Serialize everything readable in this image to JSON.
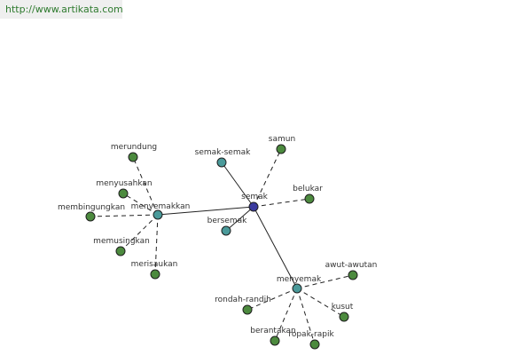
{
  "banner": {
    "url": "http://www.artikata.com"
  },
  "colors": {
    "root": "#3a3a9e",
    "hub": "#4a9a9a",
    "leaf": "#4c8a3e"
  },
  "nodes": [
    {
      "id": "semak",
      "label": "semak",
      "kind": "root"
    },
    {
      "id": "menyemakkan",
      "label": "menyemakkan",
      "kind": "hub"
    },
    {
      "id": "menyemak",
      "label": "menyemak",
      "kind": "hub"
    },
    {
      "id": "semak-semak",
      "label": "semak-semak",
      "kind": "hub"
    },
    {
      "id": "bersemak",
      "label": "bersemak",
      "kind": "hub"
    },
    {
      "id": "samun",
      "label": "samun",
      "kind": "leaf"
    },
    {
      "id": "belukar",
      "label": "belukar",
      "kind": "leaf"
    },
    {
      "id": "merundung",
      "label": "merundung",
      "kind": "leaf"
    },
    {
      "id": "menyusahkan",
      "label": "menyusahkan",
      "kind": "leaf"
    },
    {
      "id": "membingungkan",
      "label": "membingungkan",
      "kind": "leaf"
    },
    {
      "id": "memusingkan",
      "label": "memusingkan",
      "kind": "leaf"
    },
    {
      "id": "merisaukan",
      "label": "merisaukan",
      "kind": "leaf"
    },
    {
      "id": "awut-awutan",
      "label": "awut-awutan",
      "kind": "leaf"
    },
    {
      "id": "rondah-randih",
      "label": "rondah-randih",
      "kind": "leaf"
    },
    {
      "id": "kusut",
      "label": "kusut",
      "kind": "leaf"
    },
    {
      "id": "berantakan",
      "label": "berantakan",
      "kind": "leaf"
    },
    {
      "id": "ropak-rapik",
      "label": "ropak-rapik",
      "kind": "leaf"
    }
  ],
  "edges": [
    {
      "from": "semak",
      "to": "menyemakkan",
      "style": "solid"
    },
    {
      "from": "semak",
      "to": "menyemak",
      "style": "solid"
    },
    {
      "from": "semak",
      "to": "semak-semak",
      "style": "solid"
    },
    {
      "from": "semak",
      "to": "bersemak",
      "style": "solid"
    },
    {
      "from": "semak",
      "to": "samun",
      "style": "dashed"
    },
    {
      "from": "semak",
      "to": "belukar",
      "style": "dashed"
    },
    {
      "from": "menyemakkan",
      "to": "merundung",
      "style": "dashed"
    },
    {
      "from": "menyemakkan",
      "to": "menyusahkan",
      "style": "dashed"
    },
    {
      "from": "menyemakkan",
      "to": "membingungkan",
      "style": "dashed"
    },
    {
      "from": "menyemakkan",
      "to": "memusingkan",
      "style": "dashed"
    },
    {
      "from": "menyemakkan",
      "to": "merisaukan",
      "style": "dashed"
    },
    {
      "from": "menyemak",
      "to": "awut-awutan",
      "style": "dashed"
    },
    {
      "from": "menyemak",
      "to": "rondah-randih",
      "style": "dashed"
    },
    {
      "from": "menyemak",
      "to": "kusut",
      "style": "dashed"
    },
    {
      "from": "menyemak",
      "to": "berantakan",
      "style": "dashed"
    },
    {
      "from": "menyemak",
      "to": "ropak-rapik",
      "style": "dashed"
    }
  ]
}
